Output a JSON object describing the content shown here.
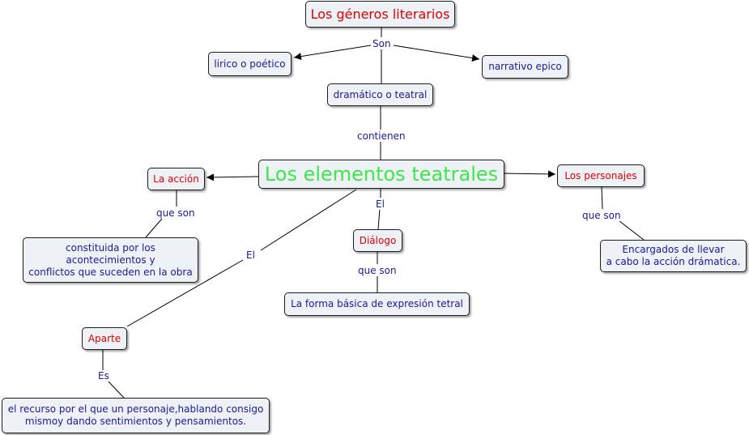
{
  "concepts": {
    "generos": "Los géneros literarios",
    "lirico": "lirico o poético",
    "narrativo": "narrativo epico",
    "dramatico": "dramático o teatral",
    "elementos": "Los elementos teatrales",
    "accion": "La acción",
    "personajes": "Los personajes",
    "dialogo": "Diálogo",
    "aparte": "Aparte",
    "accion_def": "constituida por los\nacontecimientos y\nconflictos que suceden en la obra",
    "personajes_def": "Encargados de llevar\na cabo la acción drámatica.",
    "dialogo_def": "La forma básica de expresión tetral",
    "aparte_def": "el recurso por el que un personaje,hablando consigo\nmismoy dando sentimientos y pensamientos."
  },
  "linking_phrases": {
    "son": "Son",
    "contienen": "contienen",
    "el_dialogo": "El",
    "el_aparte": "El",
    "que_son_accion": "que son",
    "que_son_personajes": "que son",
    "que_son_dialogo": "que son",
    "es": "Es"
  },
  "colors": {
    "line": "#000000",
    "node_fill": "#eef1f6",
    "text_blue": "#1a1a9a",
    "text_red": "#e00000",
    "text_green": "#3ee84a"
  }
}
